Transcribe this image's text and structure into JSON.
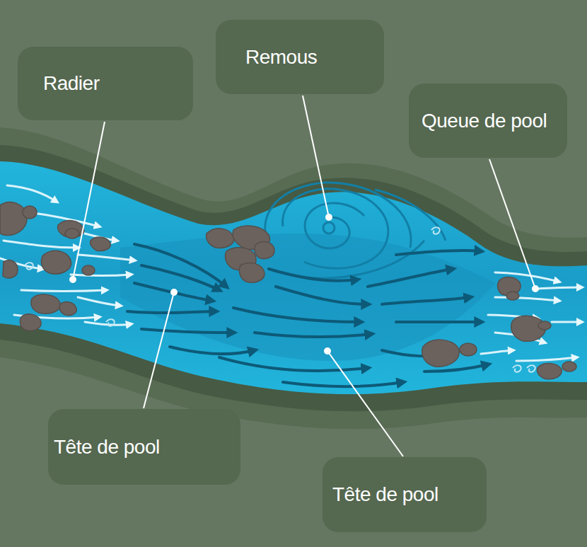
{
  "diagram": {
    "nodes": [
      {
        "text": [
          "Radier"
        ]
      },
      {
        "text": [
          "Remous"
        ]
      },
      {
        "text": [
          "Queue de pool"
        ]
      },
      {
        "text": [
          "Tête de pool"
        ]
      },
      {
        "text": [
          "Tête de pool"
        ]
      }
    ]
  }
}
